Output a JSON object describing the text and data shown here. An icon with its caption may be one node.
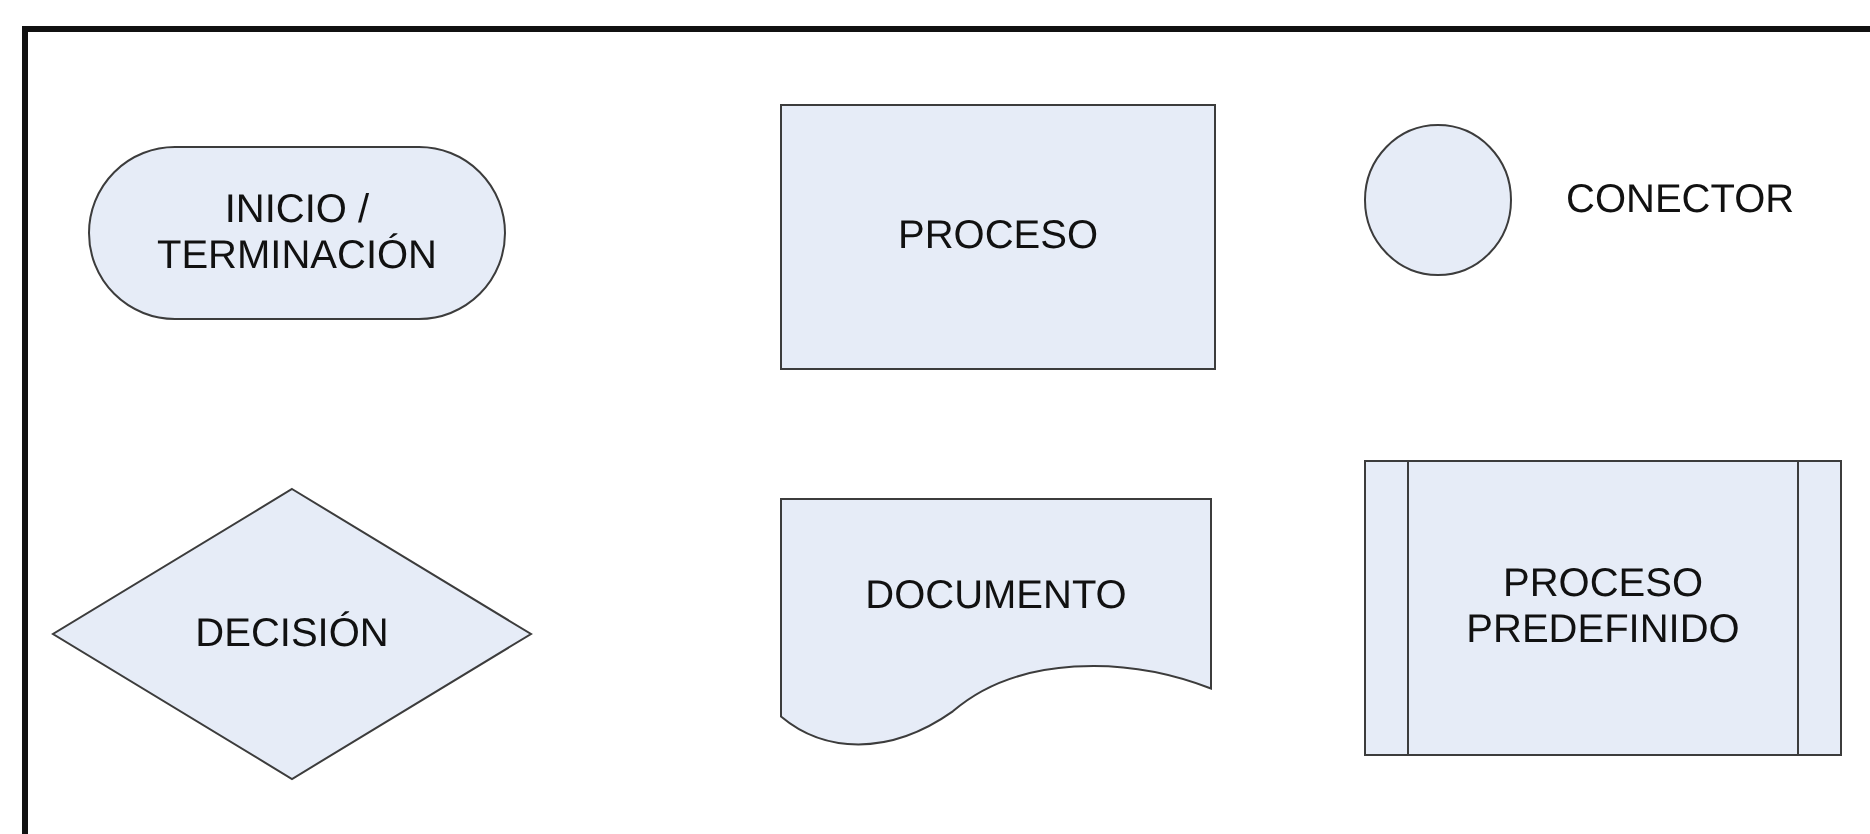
{
  "diagram": {
    "nodes": [
      {
        "text": [
          "INICIO / TERMINACIÓN"
        ]
      },
      {
        "text": [
          "PROCESO"
        ]
      },
      {
        "text": [],
        "shape": "circle",
        "beside": [
          "CONECTOR"
        ]
      },
      {
        "text": [
          "DECISIÓN"
        ]
      },
      {
        "text": [
          "DOCUMENTO"
        ]
      },
      {
        "text": [
          "PROCESO PREDEFINIDO"
        ]
      }
    ]
  }
}
